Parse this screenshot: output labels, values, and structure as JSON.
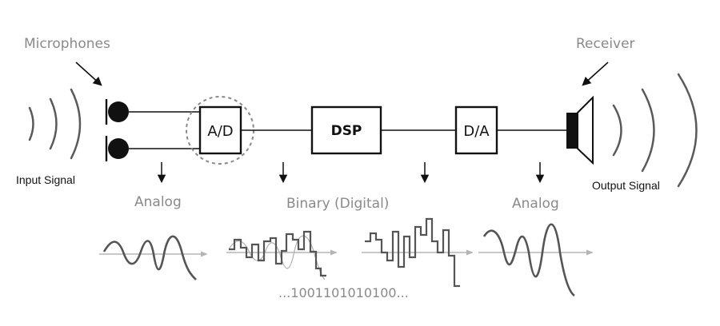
{
  "labels": {
    "microphones": "Microphones",
    "receiver": "Receiver",
    "input_signal": "Input Signal",
    "output_signal": "Output Signal",
    "analog_left": "Analog",
    "binary": "Binary (Digital)",
    "analog_right": "Analog",
    "bitstream": "...1001101010100..."
  },
  "blocks": {
    "ad": "A/D",
    "dsp": "DSP",
    "da": "D/A"
  },
  "icons": {
    "microphone": "microphone-icon",
    "speaker": "speaker-icon",
    "sound_wave": "sound-wave-icon"
  }
}
